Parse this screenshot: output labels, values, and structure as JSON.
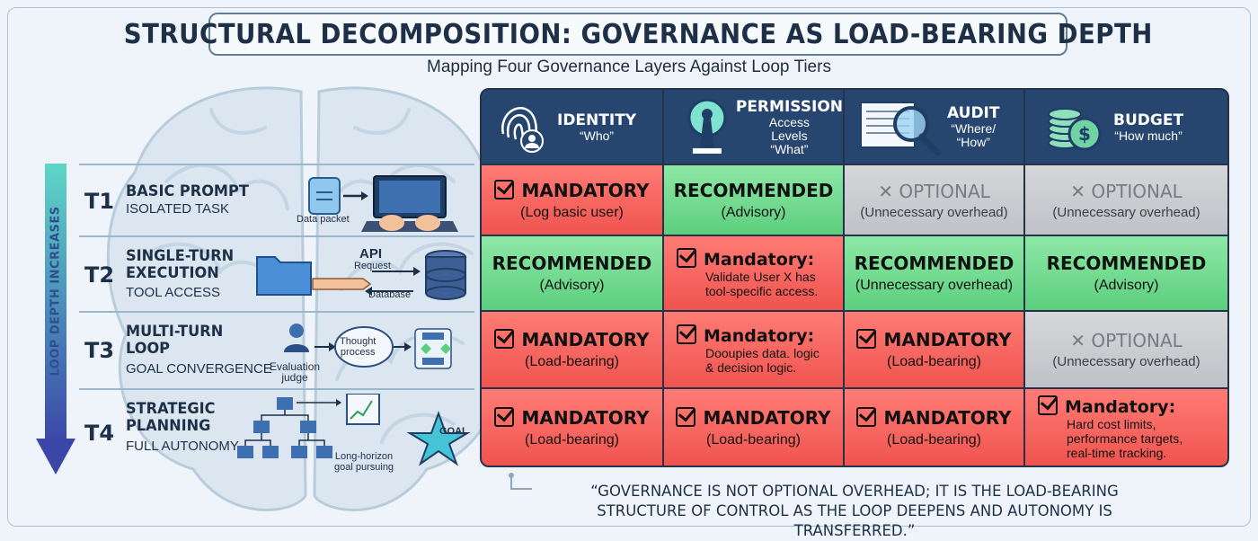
{
  "header": {
    "title": "STRUCTURAL DECOMPOSITION: GOVERNANCE AS LOAD-BEARING DEPTH",
    "subtitle": "Mapping Four Governance Layers Against Loop Tiers"
  },
  "axis": {
    "label": "LOOP DEPTH INCREASES"
  },
  "tiers": [
    {
      "code": "T1",
      "name": [
        "BASIC PROMPT"
      ],
      "desc": "ISOLATED TASK",
      "annotations": [
        "Data packet"
      ]
    },
    {
      "code": "T2",
      "name": [
        "SINGLE-TURN",
        "EXECUTION"
      ],
      "desc": "TOOL ACCESS",
      "annotations": [
        "API",
        "Request",
        "Database"
      ]
    },
    {
      "code": "T3",
      "name": [
        "MULTI-TURN",
        "LOOP"
      ],
      "desc": "GOAL CONVERGENCE",
      "annotations": [
        "Evaluation",
        "judge",
        "Thought",
        "process"
      ]
    },
    {
      "code": "T4",
      "name": [
        "STRATEGIC",
        "PLANNING"
      ],
      "desc": "FULL AUTONOMY",
      "annotations": [
        "Long-horizon",
        "goal pursuing",
        "GOAL"
      ]
    }
  ],
  "columns": [
    {
      "title": "IDENTITY",
      "sub": [
        "“Who”"
      ],
      "icon": "fingerprint-icon"
    },
    {
      "title": "PERMISSION",
      "sub": [
        "Access",
        "Levels",
        "“What”"
      ],
      "icon": "keyhole-icon"
    },
    {
      "title": "AUDIT",
      "sub": [
        "“Where/",
        "“How”"
      ],
      "icon": "magnifier-icon"
    },
    {
      "title": "BUDGET",
      "sub": [
        "“How much”"
      ],
      "icon": "coins-icon"
    }
  ],
  "matrix": [
    [
      {
        "kind": "mandatory",
        "label": "MANDATORY",
        "sub": "(Log basic user)"
      },
      {
        "kind": "recommended",
        "label": "RECOMMENDED",
        "sub": "(Advisory)"
      },
      {
        "kind": "optional",
        "label": "OPTIONAL",
        "sub": "(Unnecessary overhead)"
      },
      {
        "kind": "optional",
        "label": "OPTIONAL",
        "sub": "(Unnecessary overhead)"
      }
    ],
    [
      {
        "kind": "recommended",
        "label": "RECOMMENDED",
        "sub": "(Advisory)"
      },
      {
        "kind": "mandatory-note",
        "label": "Mandatory:",
        "sub": [
          "Validate User X has",
          "tool-specific access."
        ]
      },
      {
        "kind": "recommended",
        "label": "RECOMMENDED",
        "sub": "(Unnecessary overhead)"
      },
      {
        "kind": "recommended",
        "label": "RECOMMENDED",
        "sub": "(Advisory)"
      }
    ],
    [
      {
        "kind": "mandatory",
        "label": "MANDATORY",
        "sub": "(Load-bearing)"
      },
      {
        "kind": "mandatory-note",
        "label": "Mandatory:",
        "sub": [
          "Dooupies data. logic",
          "& decision logic."
        ]
      },
      {
        "kind": "mandatory",
        "label": "MANDATORY",
        "sub": "(Load-bearing)"
      },
      {
        "kind": "optional",
        "label": "OPTIONAL",
        "sub": "(Unnecessary overhead)"
      }
    ],
    [
      {
        "kind": "mandatory",
        "label": "MANDATORY",
        "sub": "(Load-bearing)"
      },
      {
        "kind": "mandatory",
        "label": "MANDATORY",
        "sub": "(Load-bearing)"
      },
      {
        "kind": "mandatory",
        "label": "MANDATORY",
        "sub": "(Load-bearing)"
      },
      {
        "kind": "mandatory-note",
        "label": "Mandatory:",
        "sub": [
          "Hard cost limits,",
          "performance targets,",
          "real-time tracking."
        ]
      }
    ]
  ],
  "quote": "“GOVERNANCE IS NOT OPTIONAL OVERHEAD; IT IS THE LOAD-BEARING STRUCTURE OF CONTROL AS THE LOOP DEEPENS AND AUTONOMY IS TRANSFERRED.”",
  "colors": {
    "mandatory": "#f0544f",
    "recommended": "#5ccf7e",
    "optional": "#c4c7cb",
    "header": "#26456f"
  }
}
